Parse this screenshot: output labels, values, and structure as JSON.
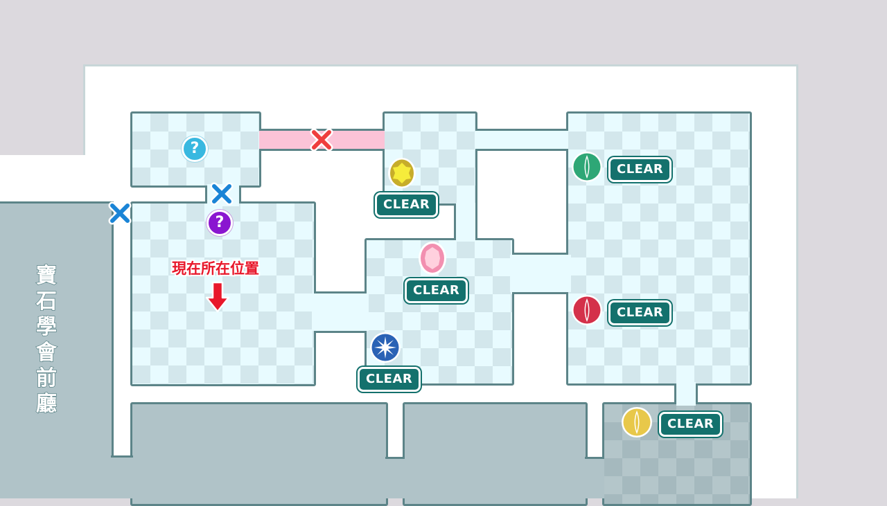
{
  "area": {
    "name": "寶石學會前廳"
  },
  "current_location": {
    "label": "現在所在位置"
  },
  "clear_badges": [
    {
      "label": "CLEAR",
      "gem": "yellow-octagon-gem"
    },
    {
      "label": "CLEAR",
      "gem": "green-leaf-gem"
    },
    {
      "label": "CLEAR",
      "gem": "pink-oval-gem"
    },
    {
      "label": "CLEAR",
      "gem": "red-leaf-gem"
    },
    {
      "label": "CLEAR",
      "gem": "blue-star-gem"
    },
    {
      "label": "CLEAR",
      "gem": "yellow-leaf-gem"
    }
  ],
  "markers": {
    "unknown_cyan": "?",
    "unknown_purple": "?",
    "blocked_red": "x-red-icon",
    "blocked_blue": "x-blue-icon"
  },
  "colors": {
    "room_border": "#5c8488",
    "clear_badge": "#14716d",
    "blocked_passage": "#fbc3d7",
    "location_label": "#e8182b"
  }
}
